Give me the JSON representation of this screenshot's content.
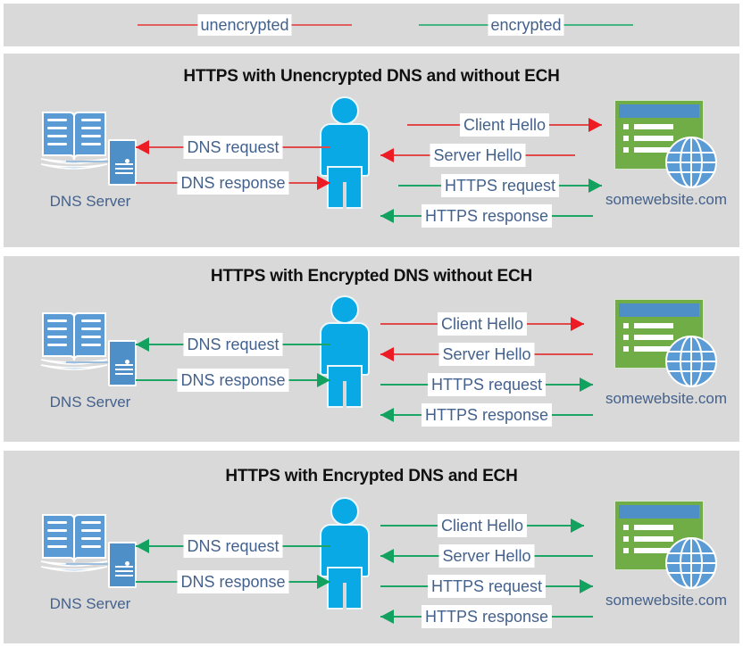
{
  "legend": {
    "items": [
      {
        "label": "unencrypted",
        "color": "#e06060",
        "kind": "unencrypted-line"
      },
      {
        "label": "encrypted",
        "color": "#43b581",
        "kind": "encrypted-line"
      }
    ]
  },
  "colors": {
    "panel_background": "#d9d9d9",
    "page_background": "#ffffff",
    "unencrypted_line": "#e04a4a",
    "unencrypted_arrowhead": "#ed1c24",
    "encrypted_line": "#1da566",
    "encrypted_arrowhead": "#12a15e",
    "text_blue": "#44618c",
    "title_black": "#101010",
    "person_blue": "#09a9e6",
    "server_blue": "#4f8fc7",
    "website_green": "#70ad47"
  },
  "nodes": {
    "dns_server_label": "DNS Server",
    "website_label": "somewebsite.com"
  },
  "panels": [
    {
      "id": "panel-1",
      "title": "HTTPS with Unencrypted DNS and without ECH",
      "dns_flows": [
        {
          "label": "DNS request",
          "direction": "left",
          "encryption": "unencrypted"
        },
        {
          "label": "DNS response",
          "direction": "right",
          "encryption": "unencrypted"
        }
      ],
      "web_flows": [
        {
          "label": "Client Hello",
          "direction": "right",
          "encryption": "unencrypted"
        },
        {
          "label": "Server Hello",
          "direction": "left",
          "encryption": "unencrypted"
        },
        {
          "label": "HTTPS request",
          "direction": "right",
          "encryption": "encrypted"
        },
        {
          "label": "HTTPS response",
          "direction": "left",
          "encryption": "encrypted"
        }
      ]
    },
    {
      "id": "panel-2",
      "title": "HTTPS with Encrypted DNS without ECH",
      "dns_flows": [
        {
          "label": "DNS request",
          "direction": "left",
          "encryption": "encrypted"
        },
        {
          "label": "DNS response",
          "direction": "right",
          "encryption": "encrypted"
        }
      ],
      "web_flows": [
        {
          "label": "Client Hello",
          "direction": "right",
          "encryption": "unencrypted"
        },
        {
          "label": "Server Hello",
          "direction": "left",
          "encryption": "unencrypted"
        },
        {
          "label": "HTTPS request",
          "direction": "right",
          "encryption": "encrypted"
        },
        {
          "label": "HTTPS response",
          "direction": "left",
          "encryption": "encrypted"
        }
      ]
    },
    {
      "id": "panel-3",
      "title": "HTTPS with Encrypted DNS and ECH",
      "dns_flows": [
        {
          "label": "DNS request",
          "direction": "left",
          "encryption": "encrypted"
        },
        {
          "label": "DNS response",
          "direction": "right",
          "encryption": "encrypted"
        }
      ],
      "web_flows": [
        {
          "label": "Client Hello",
          "direction": "right",
          "encryption": "encrypted"
        },
        {
          "label": "Server Hello",
          "direction": "left",
          "encryption": "encrypted"
        },
        {
          "label": "HTTPS request",
          "direction": "right",
          "encryption": "encrypted"
        },
        {
          "label": "HTTPS response",
          "direction": "left",
          "encryption": "encrypted"
        }
      ]
    }
  ]
}
